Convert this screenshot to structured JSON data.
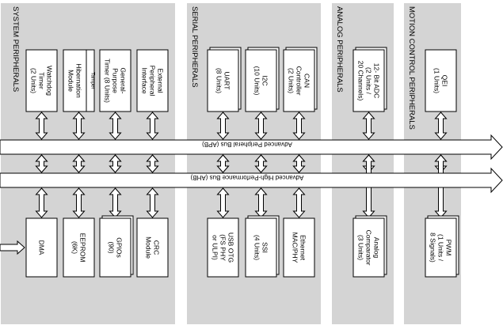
{
  "sections": {
    "system": "SYSTEM PERIPHERALS",
    "serial": "SERIAL PERIPHERALS",
    "analog": "ANALOG PERIPHERALS",
    "motion": "MOTION CONTROL PERIPHERALS"
  },
  "buses": {
    "apb": "Advanced Peripheral Bus (APB)",
    "ahb": "Advanced High-Performance Bus (AHB)"
  },
  "blocks": {
    "watchdog": [
      "Watchdog",
      "Timer",
      "(2 Units)"
    ],
    "hibernation": [
      "Hibernation",
      "Module"
    ],
    "tamper": "Tamper",
    "gptimer": [
      "General-",
      "Purpose",
      "Timer (8 Units)"
    ],
    "epi": [
      "External",
      "Peripheral",
      "Interface"
    ],
    "dma": [
      "DMA"
    ],
    "eeprom": [
      "EEPROM",
      "(6K)"
    ],
    "gpio": [
      "GPIOs",
      "(90)"
    ],
    "crc": [
      "CRC",
      "Module"
    ],
    "uart": [
      "UART",
      "(8 Units)"
    ],
    "i2c": [
      "I2C",
      "(10 Units)"
    ],
    "can": [
      "CAN",
      "Controller",
      "(2 Units)"
    ],
    "usb": [
      "USB OTG",
      "(FS PHY",
      "or ULPI)"
    ],
    "ssi": [
      "SSI",
      "(4 Units)"
    ],
    "ethernet": [
      "Ethernet",
      "MAC/PHY"
    ],
    "adc": [
      "12- Bit ADC",
      "(2 Units /",
      "20 Channels)"
    ],
    "comparator": [
      "Analog",
      "Comparator",
      "(3 Units)"
    ],
    "qei": [
      "QEI",
      "(1 Units)"
    ],
    "pwm": [
      "PWM",
      "(1 Units /",
      "8 Signals)"
    ]
  }
}
